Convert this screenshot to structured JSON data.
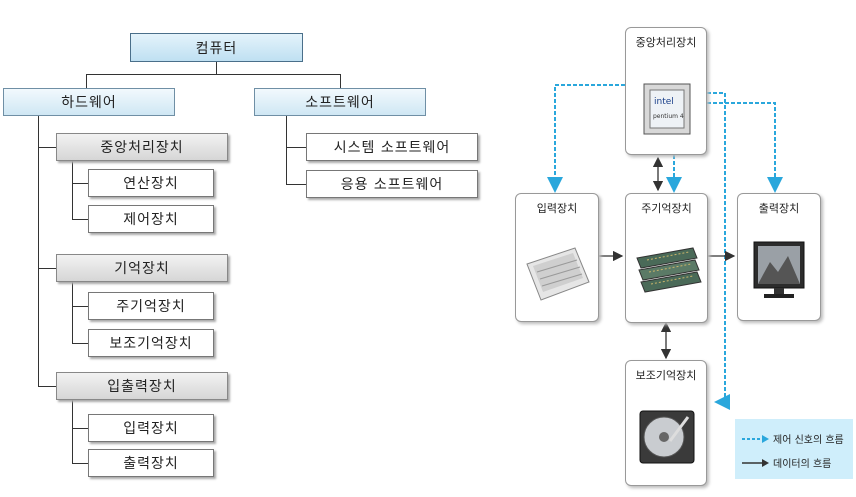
{
  "tree": {
    "root": "컴퓨터",
    "hardware": "하드웨어",
    "software": "소프트웨어",
    "cpu": "중앙처리장치",
    "alu": "연산장치",
    "control": "제어장치",
    "memory": "기억장치",
    "main_memory": "주기억장치",
    "aux_memory": "보조기억장치",
    "io": "입출력장치",
    "input": "입력장치",
    "output": "출력장치",
    "system_sw": "시스템 소프트웨어",
    "app_sw": "응용 소프트웨어"
  },
  "flow": {
    "cpu": "중앙처리장치",
    "input": "입력장치",
    "main_memory": "주기억장치",
    "output": "출력장치",
    "aux_memory": "보조기억장치"
  },
  "legend": {
    "control_signal": "제어 신호의 흐름",
    "data_flow": "데이터의 흐름"
  },
  "colors": {
    "control": "#2aa7dc",
    "data": "#333333",
    "legend_bg": "#cfeefb"
  }
}
